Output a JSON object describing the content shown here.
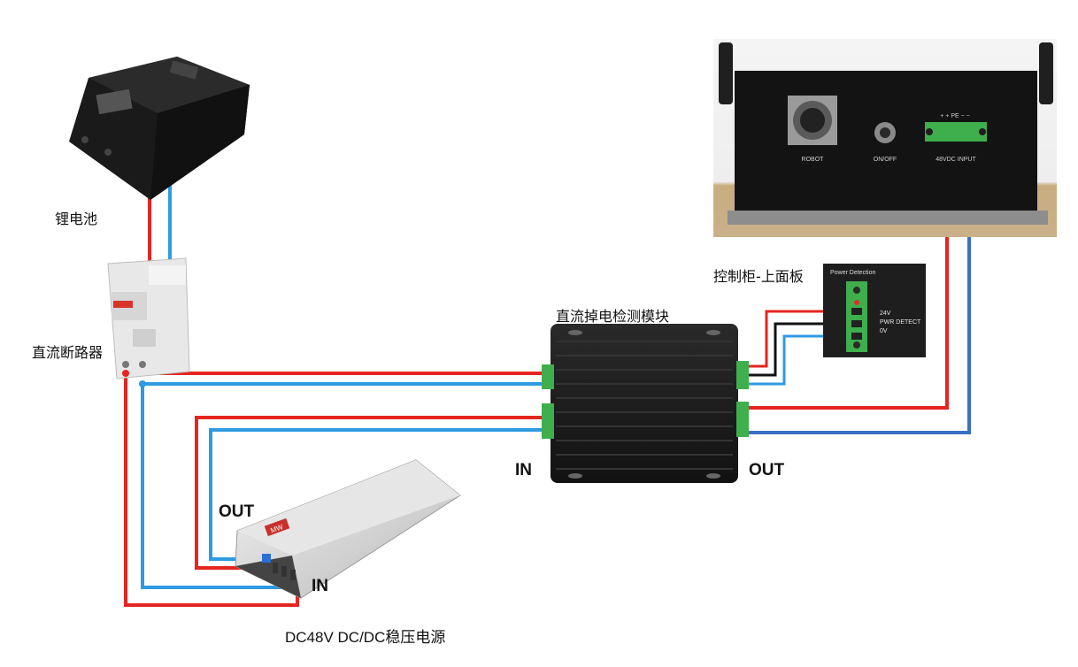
{
  "labels": {
    "battery": "锂电池",
    "breaker": "直流断路器",
    "module": "直流掉电检测模块",
    "module_in": "IN",
    "module_out": "OUT",
    "cabinet": "控制柜-上面板",
    "psu_out": "OUT",
    "psu_in": "IN",
    "psu": "DC48V DC/DC稳压电源"
  },
  "cabinet_panel": {
    "robot": "ROBOT",
    "onoff": "ON/OFF",
    "input": "48VDC INPUT",
    "pins": "+ + PE − −"
  },
  "detect_panel": {
    "title": "Power Detection",
    "v24": "24V",
    "pwr_detect": "PWR DETECT",
    "v0": "0V"
  },
  "psu_brand": "MW",
  "colors": {
    "positive_wire": "#e52520",
    "negative_wire": "#2e9be0",
    "cabinet_negative_wire": "#3a6fc4",
    "signal_wire": "#111111",
    "device_body": "#1b1b1b",
    "terminal_green": "#3fae4c"
  }
}
